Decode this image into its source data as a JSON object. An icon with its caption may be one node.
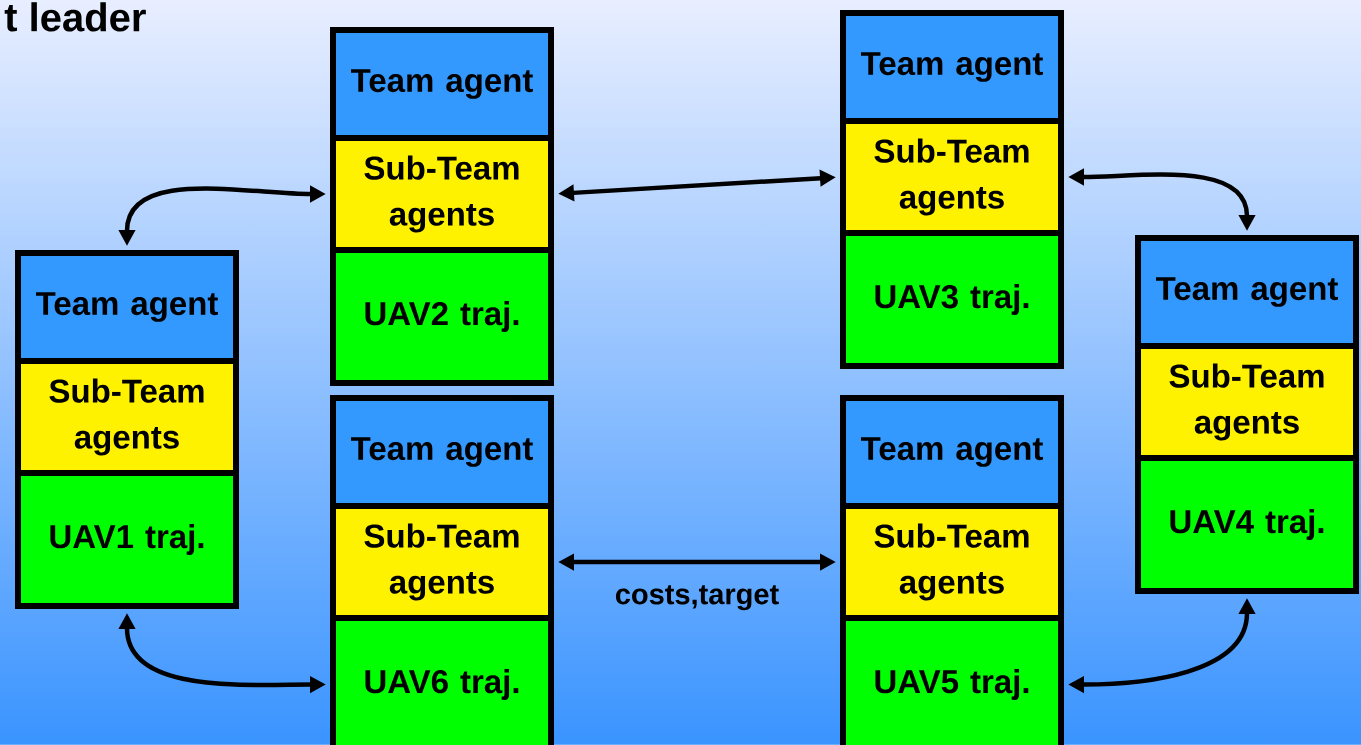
{
  "diagram": {
    "title": "t leader",
    "nodes": [
      {
        "text": [
          "Team agent"
        ]
      },
      {
        "text": [
          "Sub-Team agents"
        ]
      },
      {
        "text": [
          "UAV1 traj."
        ]
      },
      {
        "text": [
          "Team agent"
        ]
      },
      {
        "text": [
          "Sub-Team agents"
        ]
      },
      {
        "text": [
          "UAV2 traj."
        ]
      },
      {
        "text": [
          "Team agent"
        ]
      },
      {
        "text": [
          "Sub-Team agents"
        ]
      },
      {
        "text": [
          "UAV3 traj."
        ]
      },
      {
        "text": [
          "Team agent"
        ]
      },
      {
        "text": [
          "Sub-Team agents"
        ]
      },
      {
        "text": [
          "UAV4 traj."
        ]
      },
      {
        "text": [
          "Team agent"
        ]
      },
      {
        "text": [
          "Sub-Team agents"
        ]
      },
      {
        "text": [
          "UAV5 traj."
        ]
      },
      {
        "text": [
          "Team agent"
        ]
      },
      {
        "text": [
          "Sub-Team agents"
        ]
      },
      {
        "text": [
          "UAV6 traj."
        ]
      }
    ],
    "edges": [
      {
        "from": 0,
        "to": 4,
        "arrow": "both"
      },
      {
        "from": 4,
        "to": 7,
        "arrow": "both"
      },
      {
        "from": 7,
        "to": 9,
        "arrow": "both"
      },
      {
        "from": 2,
        "to": 17,
        "arrow": "both"
      },
      {
        "from": 16,
        "to": 13,
        "arrow": "both",
        "label": "costs,target"
      },
      {
        "from": 14,
        "to": 11,
        "arrow": "both"
      }
    ]
  }
}
